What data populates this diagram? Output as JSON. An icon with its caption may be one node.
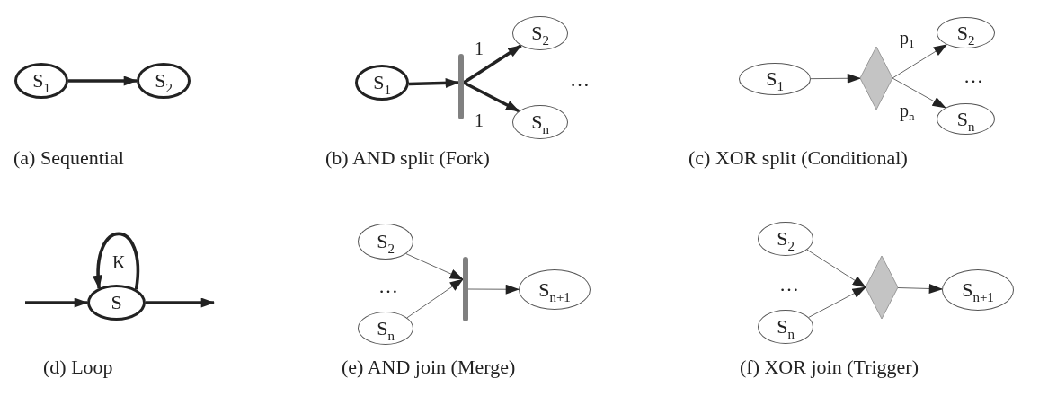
{
  "diagram": {
    "nodes": [
      {
        "text": [
          "S$_{1}$"
        ]
      },
      {
        "text": [
          "S$_{2}$"
        ]
      },
      {
        "text": [
          "S$_{1}$"
        ]
      },
      {
        "text": [],
        "shape": "bar"
      },
      {
        "text": [
          "S$_{2}$"
        ]
      },
      {
        "text": [
          "S$_{n}$"
        ]
      },
      {
        "text": [
          "S$_{1}$"
        ]
      },
      {
        "text": [],
        "shape": "diamond"
      },
      {
        "text": [
          "S$_{2}$"
        ]
      },
      {
        "text": [
          "S$_{n}$"
        ]
      },
      {
        "text": [
          "S"
        ]
      },
      {
        "text": [
          "S$_{2}$"
        ]
      },
      {
        "text": [
          "S$_{n}$"
        ]
      },
      {
        "text": [],
        "shape": "bar"
      },
      {
        "text": [
          "S$_{n+1}$"
        ]
      },
      {
        "text": [
          "S$_{2}$"
        ]
      },
      {
        "text": [
          "S$_{n}$"
        ]
      },
      {
        "text": [],
        "shape": "diamond"
      },
      {
        "text": [
          "S$_{n+1}$"
        ]
      }
    ],
    "edges": [
      {
        "from": 0,
        "to": 1,
        "arrow": "to",
        "style": "thick"
      },
      {
        "from": 2,
        "to": 3,
        "arrow": "to",
        "style": "thick"
      },
      {
        "from": 3,
        "to": 4,
        "arrow": "to",
        "style": "thick",
        "label": "1"
      },
      {
        "from": 3,
        "to": 5,
        "arrow": "to",
        "style": "thick",
        "label": "1"
      },
      {
        "from": 6,
        "to": 7,
        "arrow": "to"
      },
      {
        "from": 7,
        "to": 8,
        "arrow": "to",
        "label": "p$_{1}$"
      },
      {
        "from": 7,
        "to": 9,
        "arrow": "to",
        "label": "p$_{n}$"
      },
      {
        "from": null,
        "to": 10,
        "arrow": "to",
        "style": "thick"
      },
      {
        "from": 10,
        "to": null,
        "arrow": "to",
        "style": "thick"
      },
      {
        "from": 10,
        "to": 10,
        "arrow": "to",
        "style": "thick",
        "label": "K"
      },
      {
        "from": 11,
        "to": 13,
        "arrow": "to"
      },
      {
        "from": 12,
        "to": 13,
        "arrow": "to"
      },
      {
        "from": 13,
        "to": 14,
        "arrow": "to"
      },
      {
        "from": 15,
        "to": 17,
        "arrow": "to"
      },
      {
        "from": 16,
        "to": 17,
        "arrow": "to"
      },
      {
        "from": 17,
        "to": 18,
        "arrow": "to"
      }
    ],
    "labels": [
      "…",
      "…",
      "(a) Sequential",
      "(b) AND split (Fork)",
      "(c) XOR split (Conditional)",
      "…",
      "…",
      "(d) Loop",
      "(e) AND join (Merge)",
      "(f) XOR join (Trigger)"
    ]
  }
}
